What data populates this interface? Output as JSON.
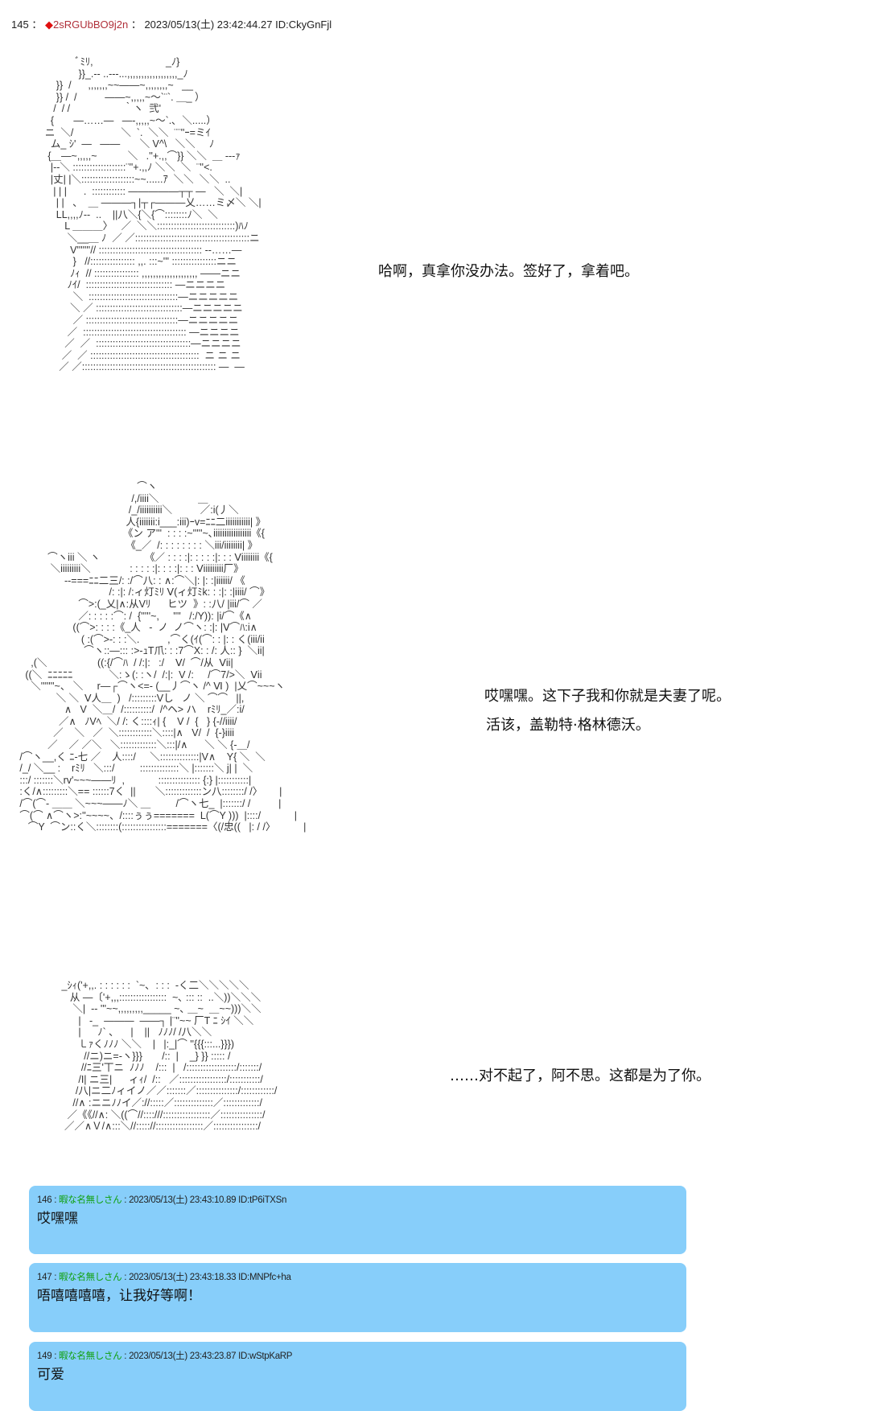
{
  "header": {
    "number": "145",
    "sep": "：",
    "trip_icon": "red-diamond",
    "trip": "2sRGUbBO9j2n",
    "date": "2023/05/13(土) 23:42:44.27",
    "id": "ID:CkyGnFjl"
  },
  "panels": [
    {
      "art": "               ﾞﾐﾘ,                          _ﾉ}\n                }}_.-‐ ..---...,,,,,,,,,,,,,,,,,,_ﾉ\n        }}  /      ,,,,,,,~~――~,,,,,,,,~   __\n        }} /  /          ――~,,,,,~～`¨`. ＿_ ）\n       /  / /                   ｀ヽ  弐'\n      {       ―……―   ―‐,,,,,~～`.､  ＼.....）\n    ニ  ＼/                 ＼  `.  ＼＼  ¨¨''ｰ=ミｲ\n      ム_ ｼ'  ―   ――       ＼ V^\\   ＼＼     ﾉ\n     {＿―~,,,,,~           ＼   .''+.,,⌒}} ＼＼  ＿ ---ｧ\n      |‐‐＼ :::::::::::::::::::¨''+.,,ﾉ ＼＼  ＼  ¨''<.\n      |丈| |＼:::::::::::::::::::~~......ｱ  ＼＼  ＼＼  ..\n       | | |      .  :::::::::::: ―――――┬┬ ―   ＼  ＼|\n        | |   、  ＿ ―――┐|┬┌―――乂……ミ〆＼ ＼|\n        LL,,,,ﾉ‐‐  ..    ||八＼{＼{⌒::::::::ﾉ＼  ＼\n           L ＿＿＿〉   ／  ＼＼::::::::::::::::::::::::::::)ﾊﾉ\n            ＼__＿ ﾉ  ／ ／:::::::::::::::::::::::::::::::::::::::::ニ\n             V'''''''// ::::::::::::::::::::::::::::::::::::: ‐‐……―\n              }   //:::::::::::::::: ,,. :::~''' ::::::::::::::::ニニ\n             ﾉｨ  // :::::::::::::::: ,,,,,,,,,,,,,,,,,,,, ――ニニ\n            ﾉｲ/  ::::::::::::::::::::::::::::::: ―ニニニニ\n              ＼  ::::::::::::::::::::::::::::::::―ニニニニニ\n             ＼ ／ :::::::::::::::::::::::::::::::―ニニニニニ\n              ／ :::::::::::::::::::::::::::::::::―ニニニニニ\n            ／  ::::::::::::::::::::::::::::::::::::: ―ニニニニ\n           ／  ／  ::::::::::::::::::::::::::::::::::―ニニニニ\n          ／  ／ :::::::::::::::::::::::::::::::::::::::  ニ ニ ニ\n         ／ ／:::::::::::::::::::::::::::::::::::::::::::::::: ―  ―",
      "lines": [
        "哈啊，真拿你没办法。签好了，拿着吧。"
      ]
    },
    {
      "art": "                                             ⌒ヽ\n                                           /,/iiii＼              ＿\n                                          /_/iiiiiiiiii＼          ／:i(丿＼\n                                         人{iiiiiii:i___:iii)ｰv=ﾆﾆ二iiiiiiiiiii| 》\n                                        《ン ア'''  : : : :~'''''~､iiiiiiiiiiiiiiiii《{\n                                         《_／  /: : : : : : : : ＼iii/iiiiiiii| 》\n             ⌒ヽiii ＼ ヽ                《／ : : : :|: : : : :|: : : Ⅴiiiiiiii《{\n              ＼iiiiiiiii＼              : : : : :|: : : :|: : : Ⅴiiiiiiiii厂》\n                   --===ﾆﾆ二三/: :/⌒八: : ∧:⌒＼|: |: :|iiiiii/ 《\n                                   /: :|: /:ィ灯ﾐﾘ Ⅴ(ィ灯ﾐk: : :|: :|iiii/ ⌒》\n                        ⌒>:(_乂|∧:从Vﾘ      ヒツ  》: :八/ |iii/⌒ ／\n                        ／: : : : :⌒: /  {'''''~,     ''''   /:/Y)): |i/⌒《∧\n                      ((⌒>: : : :《_人   ‐  ノ  ノ⌒ヽ: :|: |Ⅴ⌒ﾊ:i∧\n                         ( :(⌒>‐: : :＼.          ,⌒く(ｲ(⌒: : |: : く(iii/ii\n                          ⌒ヽ::―::: :>‐ｭT爪: : :7⌒X: : /: 人:: }  ＼ii|\n       ,(＼                  ((:{/⌒ﾊ  / /:|:   :/    Ⅴ/  ⌒/从  Ⅴii|\n     ((＼  ﾆﾆﾆﾆﾆ             ＼:ゝ(: :ヽ/  /:|:  V /:     /⌒7/>＼  Ⅴii\n       ＼'''''''~、 ＼     r―┌⌒ヽ<=‐ (__丿⌒ヽ /^ Ⅵ )  |乂⌒~~~ヽ\n                ＼ ＼  Ⅴ人＿  )   /:::::::::Vし   ノ ＼ ⌒⌒   ||,\n                   ∧   V  ＼＿/  /::::::::::/  /^ヘ> ハ    rﾐﾘ_／:i/\n                 ／∧   ﾉVﾍ  ＼/ /: く::::ｨ| {    V /  {   } {‐//iiii/\n               ／    ＼   ／  ＼::::::::::::＼::::|∧   V/  /  {-}iiii\n             ／    ／ ／＼   ＼:::::::::::::＼:::|/∧      ＼ ＼ {-＿/\n   /⌒ヽ__,く ﾆ‐七 ／    人::::/     ＼::::::::::::::|V∧    Y{ ＼  ＼\n   /_/ ＼__ :    rﾐﾘ   ＼:::/         ::::::::::::::＼ |:::::::＼ j| |  ＼\n   :::/ :::::::＼rv'~~~――ﾘ  ,            ::::::::::::::: {:} |:::::::::::|\n   :く/∧:::::::::＼== ::::::7く  ||       ＼:::::::::::::ン八::::::::/ /〉      |\n   /⌒(⌒‐ ＿＿ ＼~~~――ﾉ＼ ＿         /⌒ヽ七_  |:::::::/ /          |\n   ⌒(⌒ ∧⌒ヽ>:''~~~~、/::::ぅぅ=======  L(⌒Y )))  |::::/            |\n      ⌒Y  ⌒ン::く＼::::::::(::::::::::::::::=======〈(/忠((   |: / /〉          |",
      "lines": [
        "哎嘿嘿。这下子我和你就是夫妻了呢。",
        "活该，盖勒特·格林德沃。"
      ]
    },
    {
      "art": "                  _ｼｨ('+,,. : : : : : :  `~､  : : :  ‐く二＼＼＼＼＼\n                     从 ―〔'+,,,:::::::::::::::::  ~､ ::: ::  ..＼))＼＼＼\n                      ＼|  ‐‐ '''~~,,,,,,,,,_____ ~､ ＿~  ＿~~)))＼＼\n                        |   ‐_  ―――  ――┐ |¨''~~ 厂T ﾆ ｼｲ ＼＼\n                        |      ﾉ` ､      |    ||   ﾉﾉﾉ/ /八＼＼\n                        ㇄ｧくﾉﾉﾉ ＼＼    |   |:_|⌒ ''{{{:::...}}})\n                          //ニ)ニ=‐ヽ}}}       /::  |    _} }} ::::: /\n                         //ﾆ三'丅ニ  ﾉﾉﾉ    /:::  |   /::::::::::::::::::/:::::::/\n                        /I| ニ三|      ィｨ/  /::   ／:::::::::::::::::/:::::::::::/\n                       /八|ニ二ﾉィイノ／／:::::::／:::::::::::::::/::::::::::::/\n                      //∧ :ニニﾉﾉイ／://:::::／::::::::::::::／:::::::::::::/\n                    ／《《//∧: ＼((⌒//::::///:::::::::::::::::／:::::::::::::::/\n                   ／／∧Ｖ/∧:::＼//::::://:::::::::::::::::／::::::::::::::::/",
      "lines": [
        "……对不起了，阿不思。这都是为了你。"
      ]
    }
  ],
  "replies": [
    {
      "number": "146",
      "name": "暇な名無しさん",
      "date": "2023/05/13(土) 23:43:10.89",
      "id": "ID:tP6iTXSn",
      "body": "哎嘿嘿"
    },
    {
      "number": "147",
      "name": "暇な名無しさん",
      "date": "2023/05/13(土) 23:43:18.33",
      "id": "ID:MNPfc+ha",
      "body": "唔嘻嘻嘻嘻，让我好等啊！"
    },
    {
      "number": "149",
      "name": "暇な名無しさん",
      "date": "2023/05/13(土) 23:43:23.87",
      "id": "ID:wStpKaRP",
      "body": "可爱"
    }
  ],
  "colors": {
    "reply_bg": "#87cefa",
    "trip": "#b0303a",
    "name": "#10a010",
    "diamond": "#e01010"
  }
}
